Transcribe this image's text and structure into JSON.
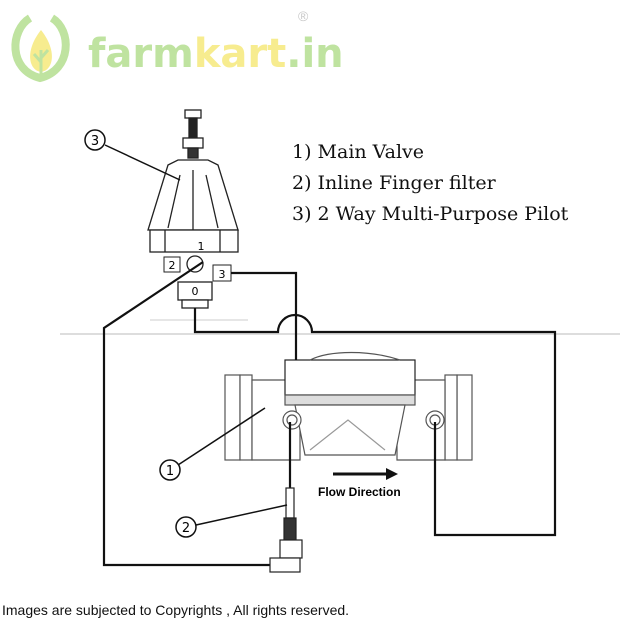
{
  "logo": {
    "part1": "farm",
    "part2": "kart",
    "part3": ".in",
    "registered": "®"
  },
  "legend": [
    "1) Main Valve",
    "2) Inline Finger filter",
    "3) 2 Way Multi-Purpose Pilot"
  ],
  "callouts": {
    "main_valve": "1",
    "filter": "2",
    "pilot": "3"
  },
  "pilot_ports": {
    "port_2": "2",
    "port_1": "1",
    "port_3": "3",
    "port_0": "0"
  },
  "flow_label": "Flow Direction",
  "caption": "Images are subjected to Copyrights , All rights reserved.",
  "colors": {
    "logo_green": "#bfe3a0",
    "logo_yellow": "#f7ec8f",
    "line": "#111111"
  }
}
